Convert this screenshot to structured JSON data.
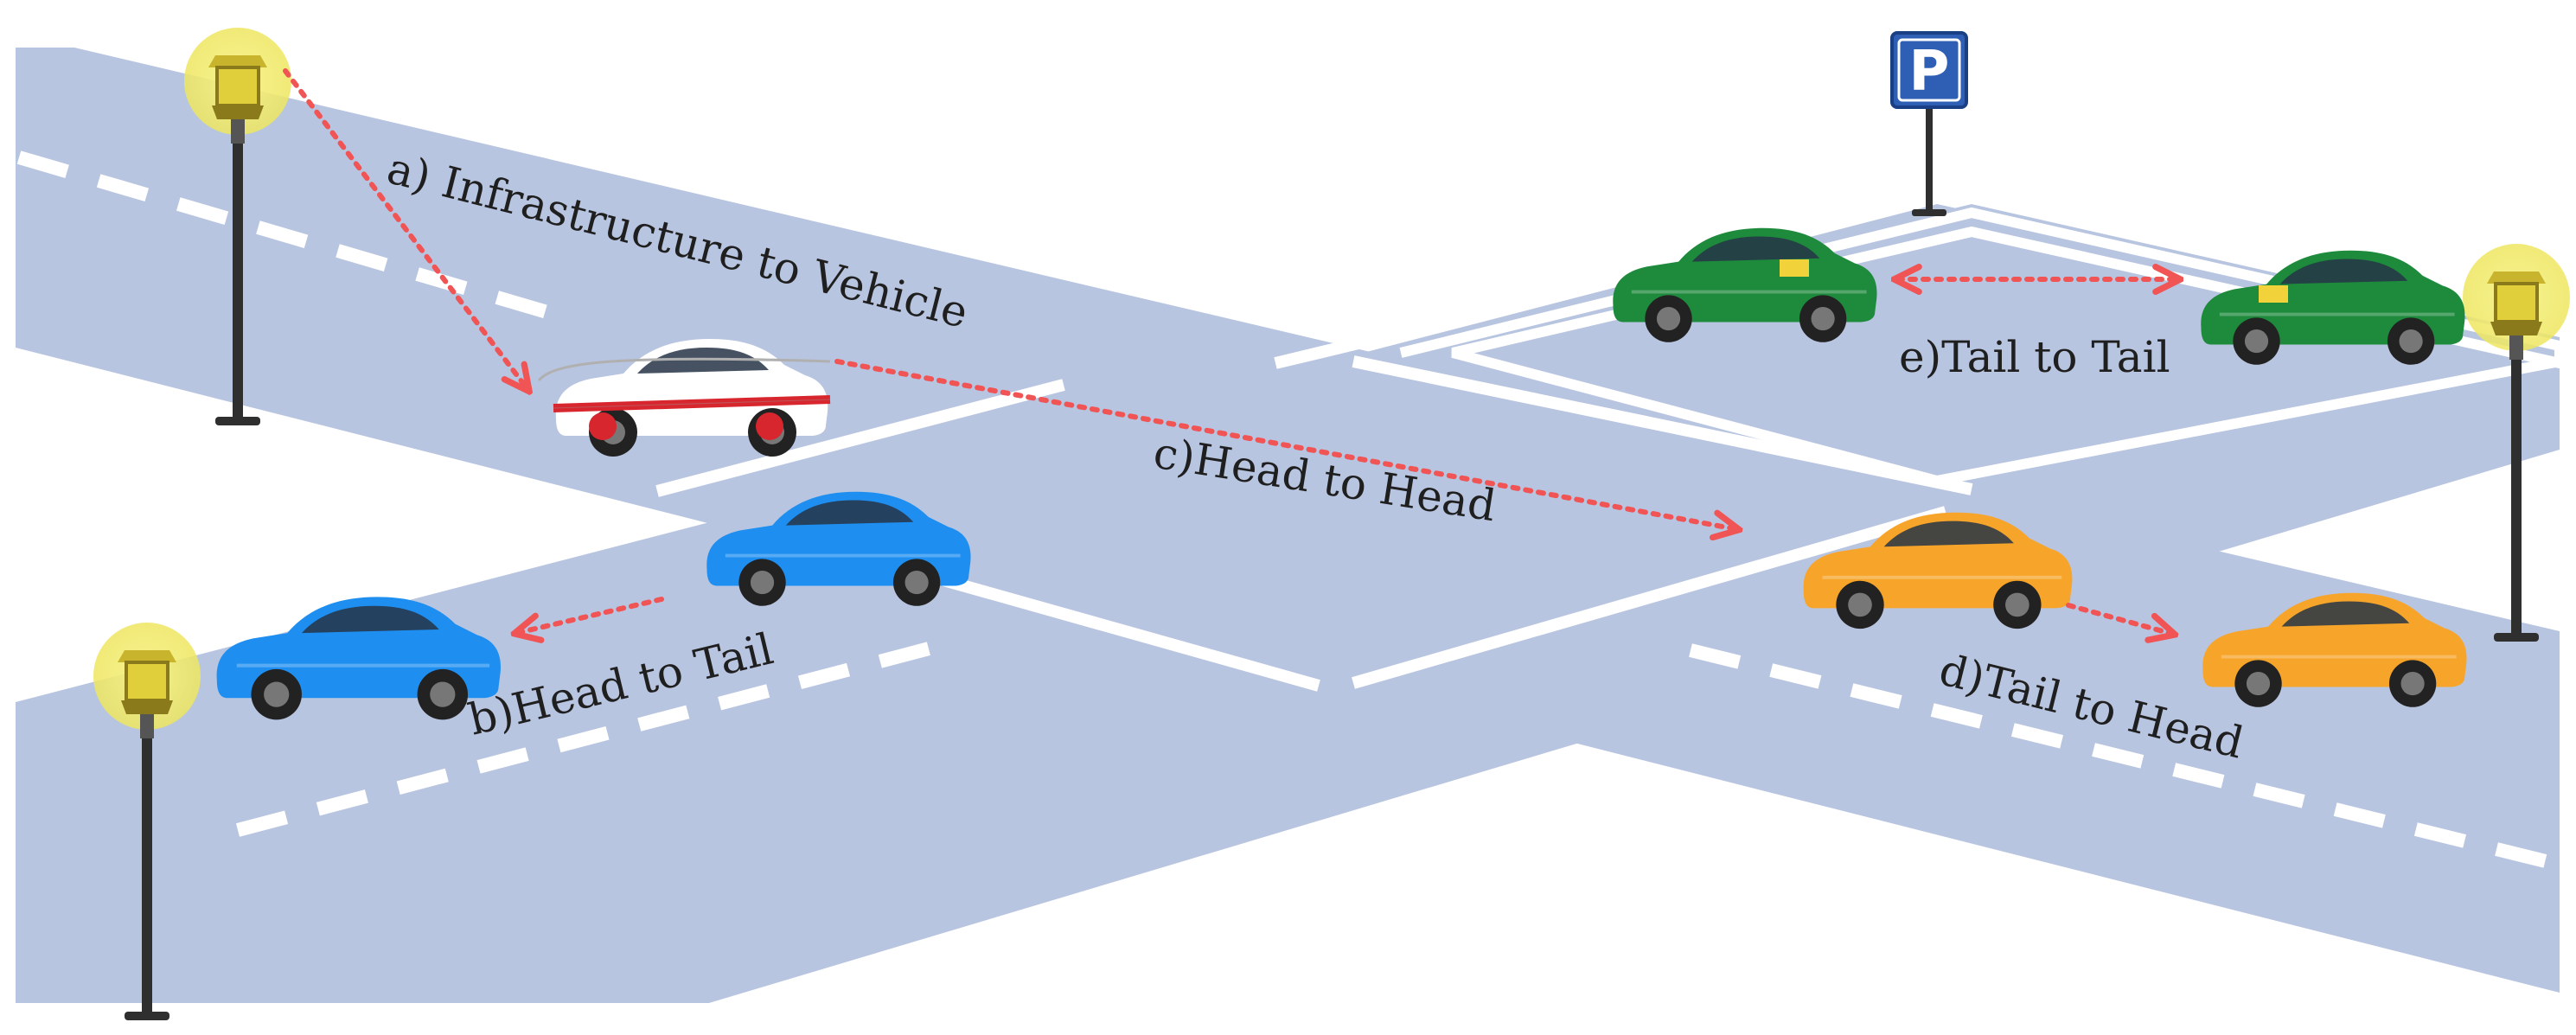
{
  "labels": {
    "infrastructure_to_vehicle": "a) Infrastructure to Vehicle",
    "head_to_tail": "b)Head to Tail",
    "head_to_head": "c)Head to Head",
    "tail_to_head": "d)Tail to Head",
    "tail_to_tail": "e)Tail to Tail"
  },
  "parking_sign": {
    "letter": "P"
  },
  "colors": {
    "road": "#b8c5e0",
    "lane_marking": "#ffffff",
    "link_arrow": "#f05454",
    "lamp_glow": "#f4f07a",
    "lamp_head": "#c9b52d",
    "pole": "#2f2f2f",
    "parking_sign": "#2e5fb5",
    "car_white": "#ffffff",
    "car_white_stripe": "#d7262e",
    "car_blue": "#1e8ff0",
    "car_green": "#1e8a3c",
    "car_orange": "#f7a52a"
  },
  "icons": {
    "street_lamp": "street-lamp-icon",
    "parking": "parking-sign-icon",
    "car": "car-icon"
  }
}
